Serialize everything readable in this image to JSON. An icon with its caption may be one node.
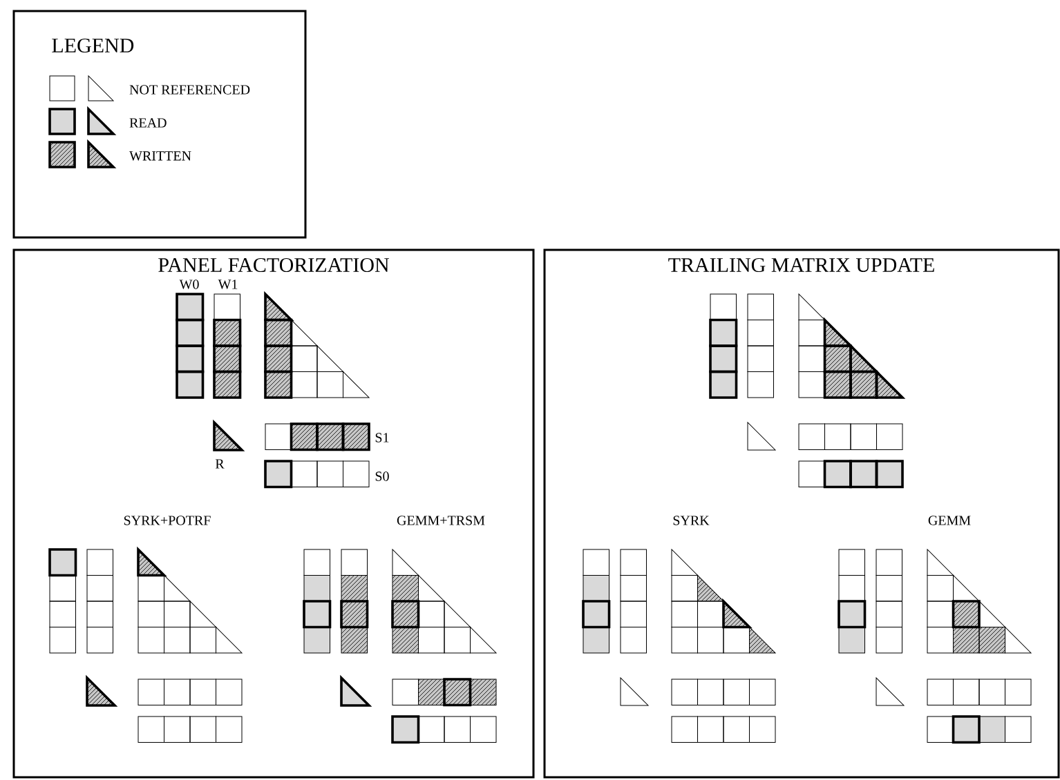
{
  "diagram": {
    "nodes": [
      {
        "text": [
          "PANEL FACTORIZATION"
        ]
      },
      {
        "text": [
          "TRAILING MATRIX UPDATE"
        ]
      }
    ],
    "labels": [
      "LEGEND",
      "W0",
      "W1",
      "R",
      "S1",
      "S0",
      "SYRK+POTRF",
      "GEMM+TRSM",
      "SYRK",
      "GEMM"
    ],
    "legend": [
      {
        "text": "NOT REFERENCED"
      },
      {
        "text": "READ"
      },
      {
        "text": "WRITTEN"
      }
    ]
  }
}
